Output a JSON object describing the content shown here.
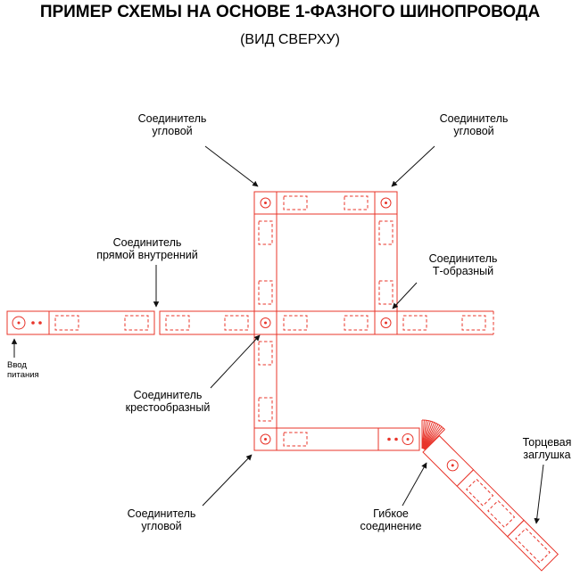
{
  "title": "ПРИМЕР СХЕМЫ НА ОСНОВЕ 1-ФАЗНОГО ШИНОПРОВОДА",
  "subtitle": "(ВИД СВЕРХУ)",
  "colors": {
    "track": "#e8342a",
    "leader": "#111111",
    "text": "#000000",
    "bg": "#ffffff"
  },
  "labels": {
    "corner_top_left": "Соединитель\nугловой",
    "corner_top_right": "Соединитель\nугловой",
    "straight_internal": "Соединитель\nпрямой внутренний",
    "t_connector": "Соединитель\nТ-образный",
    "power_input": "Ввод\nпитания",
    "cross_connector": "Соединитель\nкрестообразный",
    "corner_bottom": "Соединитель\nугловой",
    "flexible": "Гибкое\nсоединение",
    "end_cap": "Торцевая\nзаглушка"
  }
}
